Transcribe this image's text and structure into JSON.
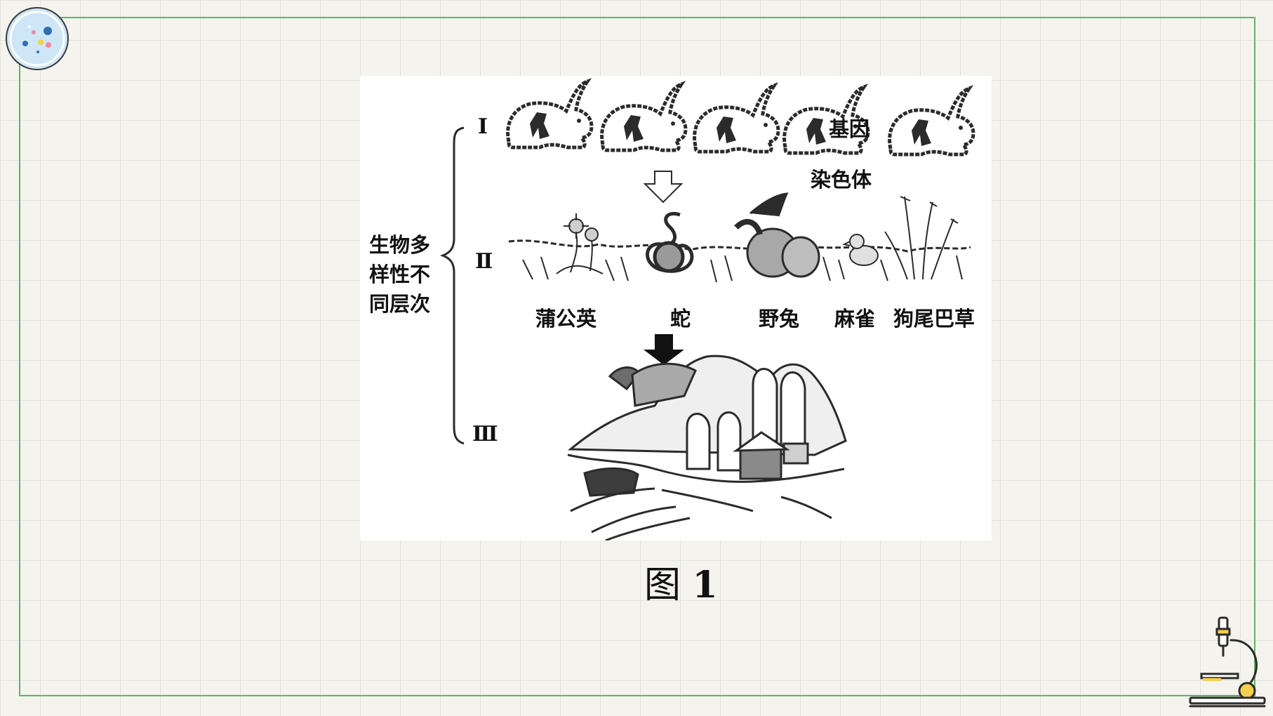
{
  "diagram": {
    "side_title": "生物多样性不同层次",
    "levels": [
      "Ⅰ",
      "Ⅱ",
      "Ⅲ"
    ],
    "gene_label": "基因",
    "chromosome_label": "染色体",
    "species": [
      "蒲公英",
      "蛇",
      "野兔",
      "麻雀",
      "狗尾巴草"
    ],
    "caption_prefix": "图",
    "caption_number": "1"
  },
  "colors": {
    "frame": "#5cb85c",
    "badge_fill": "#cfe6f7",
    "badge_ring": "#ffffff",
    "line_art": "#2b2b2b"
  },
  "icons": [
    "petri-dish-icon",
    "microscope-icon",
    "rabbit-icon",
    "arrow-down-icon"
  ]
}
